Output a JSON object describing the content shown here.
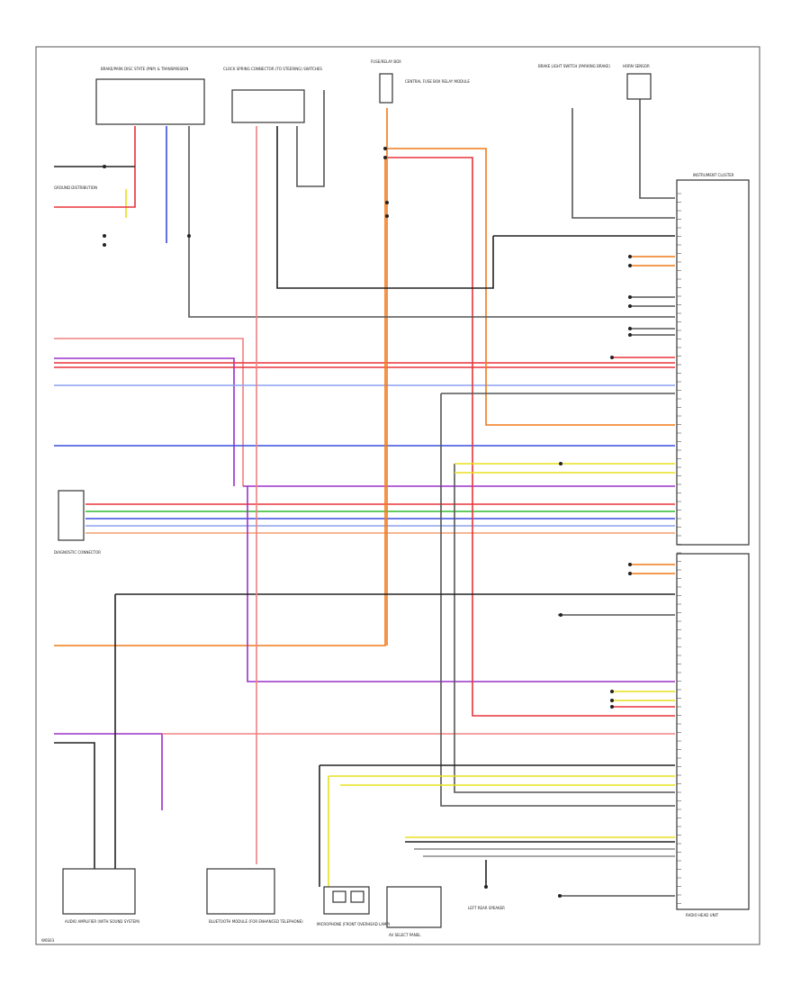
{
  "diagram": {
    "colors": {
      "red": "#e8333a",
      "pink": "#f08080",
      "purple": "#9b30c8",
      "blue": "#3a4fe0",
      "lightblue": "#8aa0f0",
      "green": "#2fb82f",
      "yellow": "#e8e020",
      "orange": "#f07a1a",
      "black": "#222222",
      "gray": "#888888"
    },
    "labels": {
      "top_left_module": "BRAKE/PARK DISC STATE (PNP) & TRANSMISSION",
      "top_mid_module": "CLOCK SPRING CONNECTOR (TO STEERING) SWITCHES",
      "top_center_fuse": "FUSE/RELAY BOX",
      "top_center_note": "CENTRAL FUSE BOX RELAY MODULE",
      "top_right_switch": "BRAKE LIGHT SWITCH (PARKING BRAKE)",
      "top_right_sensor": "HORN SENSOR",
      "right_module_top": "INSTRUMENT CLUSTER",
      "right_module_bottom": "RADIO HEAD UNIT",
      "left_ground": "GROUND DISTRIBUTION",
      "left_connector": "DIAGNOSTIC CONNECTOR",
      "bottom_left_module": "AUDIO AMPLIFIER (WITH SOUND SYSTEM)",
      "bottom_mid_module": "BLUETOOTH MODULE (FOR ENHANCED TELEPHONE)",
      "bottom_mid2_module": "MICROPHONE (FRONT OVERHEAD LAMP)",
      "bottom_right_module": "AV SELECT PANEL",
      "bottom_right_ground": "LEFT REAR SPEAKER",
      "page_code": "W6S03"
    }
  }
}
